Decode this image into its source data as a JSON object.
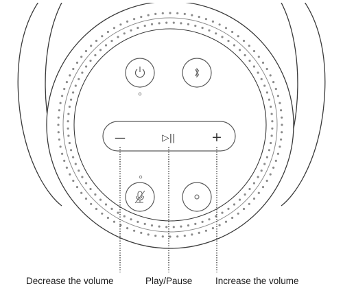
{
  "controls": {
    "power_icon": "power-icon",
    "bluetooth_icon": "bluetooth-icon",
    "volume_down_symbol": "—",
    "play_pause_symbol": "▷||",
    "volume_up_symbol": "+",
    "mic_off_icon": "microphone-off-icon",
    "action_icon": "circle-icon"
  },
  "callouts": {
    "decrease": "Decrease the volume",
    "play_pause": "Play/Pause",
    "increase": "Increase the volume"
  }
}
